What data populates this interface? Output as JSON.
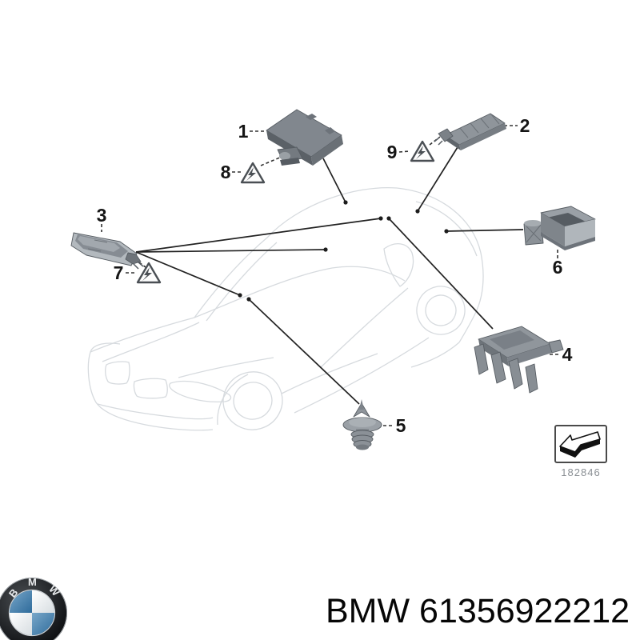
{
  "title": "BMW 61356922212",
  "footer": {
    "text": "BMW 61356922212",
    "brand": "BMW",
    "part_number": "61356922212"
  },
  "stamp": {
    "number": "182846",
    "icon": "3d-arrow-down-left-icon"
  },
  "logo": {
    "name": "bmw-roundel-icon",
    "letters": [
      "B",
      "M",
      "W"
    ]
  },
  "vehicle": {
    "icon": "bmw-z4-body-outline-icon"
  },
  "callouts": [
    {
      "label": "1",
      "part": "antenna-control-module"
    },
    {
      "label": "2",
      "part": "antenna-amplifier-rear"
    },
    {
      "label": "3",
      "part": "antenna-amplifier-side"
    },
    {
      "label": "4",
      "part": "cable-comb-bracket"
    },
    {
      "label": "5",
      "part": "expanding-rivet-clip"
    },
    {
      "label": "6",
      "part": "holder-bracket-with-clip"
    },
    {
      "label": "7",
      "part": "high-voltage-warning-triangle"
    },
    {
      "label": "8",
      "part": "high-voltage-warning-triangle"
    },
    {
      "label": "9",
      "part": "high-voltage-warning-triangle"
    }
  ],
  "colors": {
    "background": "#ffffff",
    "callout_line": "#222222",
    "car_outline": "#d6dade",
    "part_gray_light": "#b3b9be",
    "part_gray_mid": "#8d9399",
    "part_gray_dark": "#565c62",
    "bmw_blue": "#3f7dab",
    "stamp_text": "#8a8f94"
  }
}
